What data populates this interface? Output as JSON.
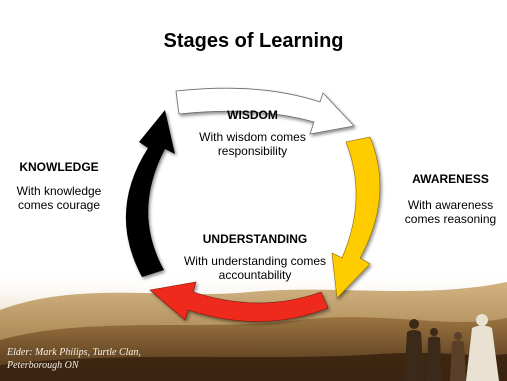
{
  "title": "Stages of Learning",
  "stages": [
    {
      "name": "WISDOM",
      "text": "With wisdom comes responsibility",
      "arrow_color": "#ffffff"
    },
    {
      "name": "AWARENESS",
      "text": "With awareness comes reasoning",
      "arrow_color": "#ffcc00"
    },
    {
      "name": "UNDERSTANDING",
      "text": "With understanding comes accountability",
      "arrow_color": "#ee2a1b"
    },
    {
      "name": "KNOWLEDGE",
      "text": "With knowledge comes courage",
      "arrow_color": "#000000"
    }
  ],
  "credit": "Elder: Mark Philips, Turtle Clan, Peterborough ON",
  "colors": {
    "landscape": "#b8935a",
    "landscape_dark": "#5a3d1e",
    "background": "#ffffff"
  }
}
